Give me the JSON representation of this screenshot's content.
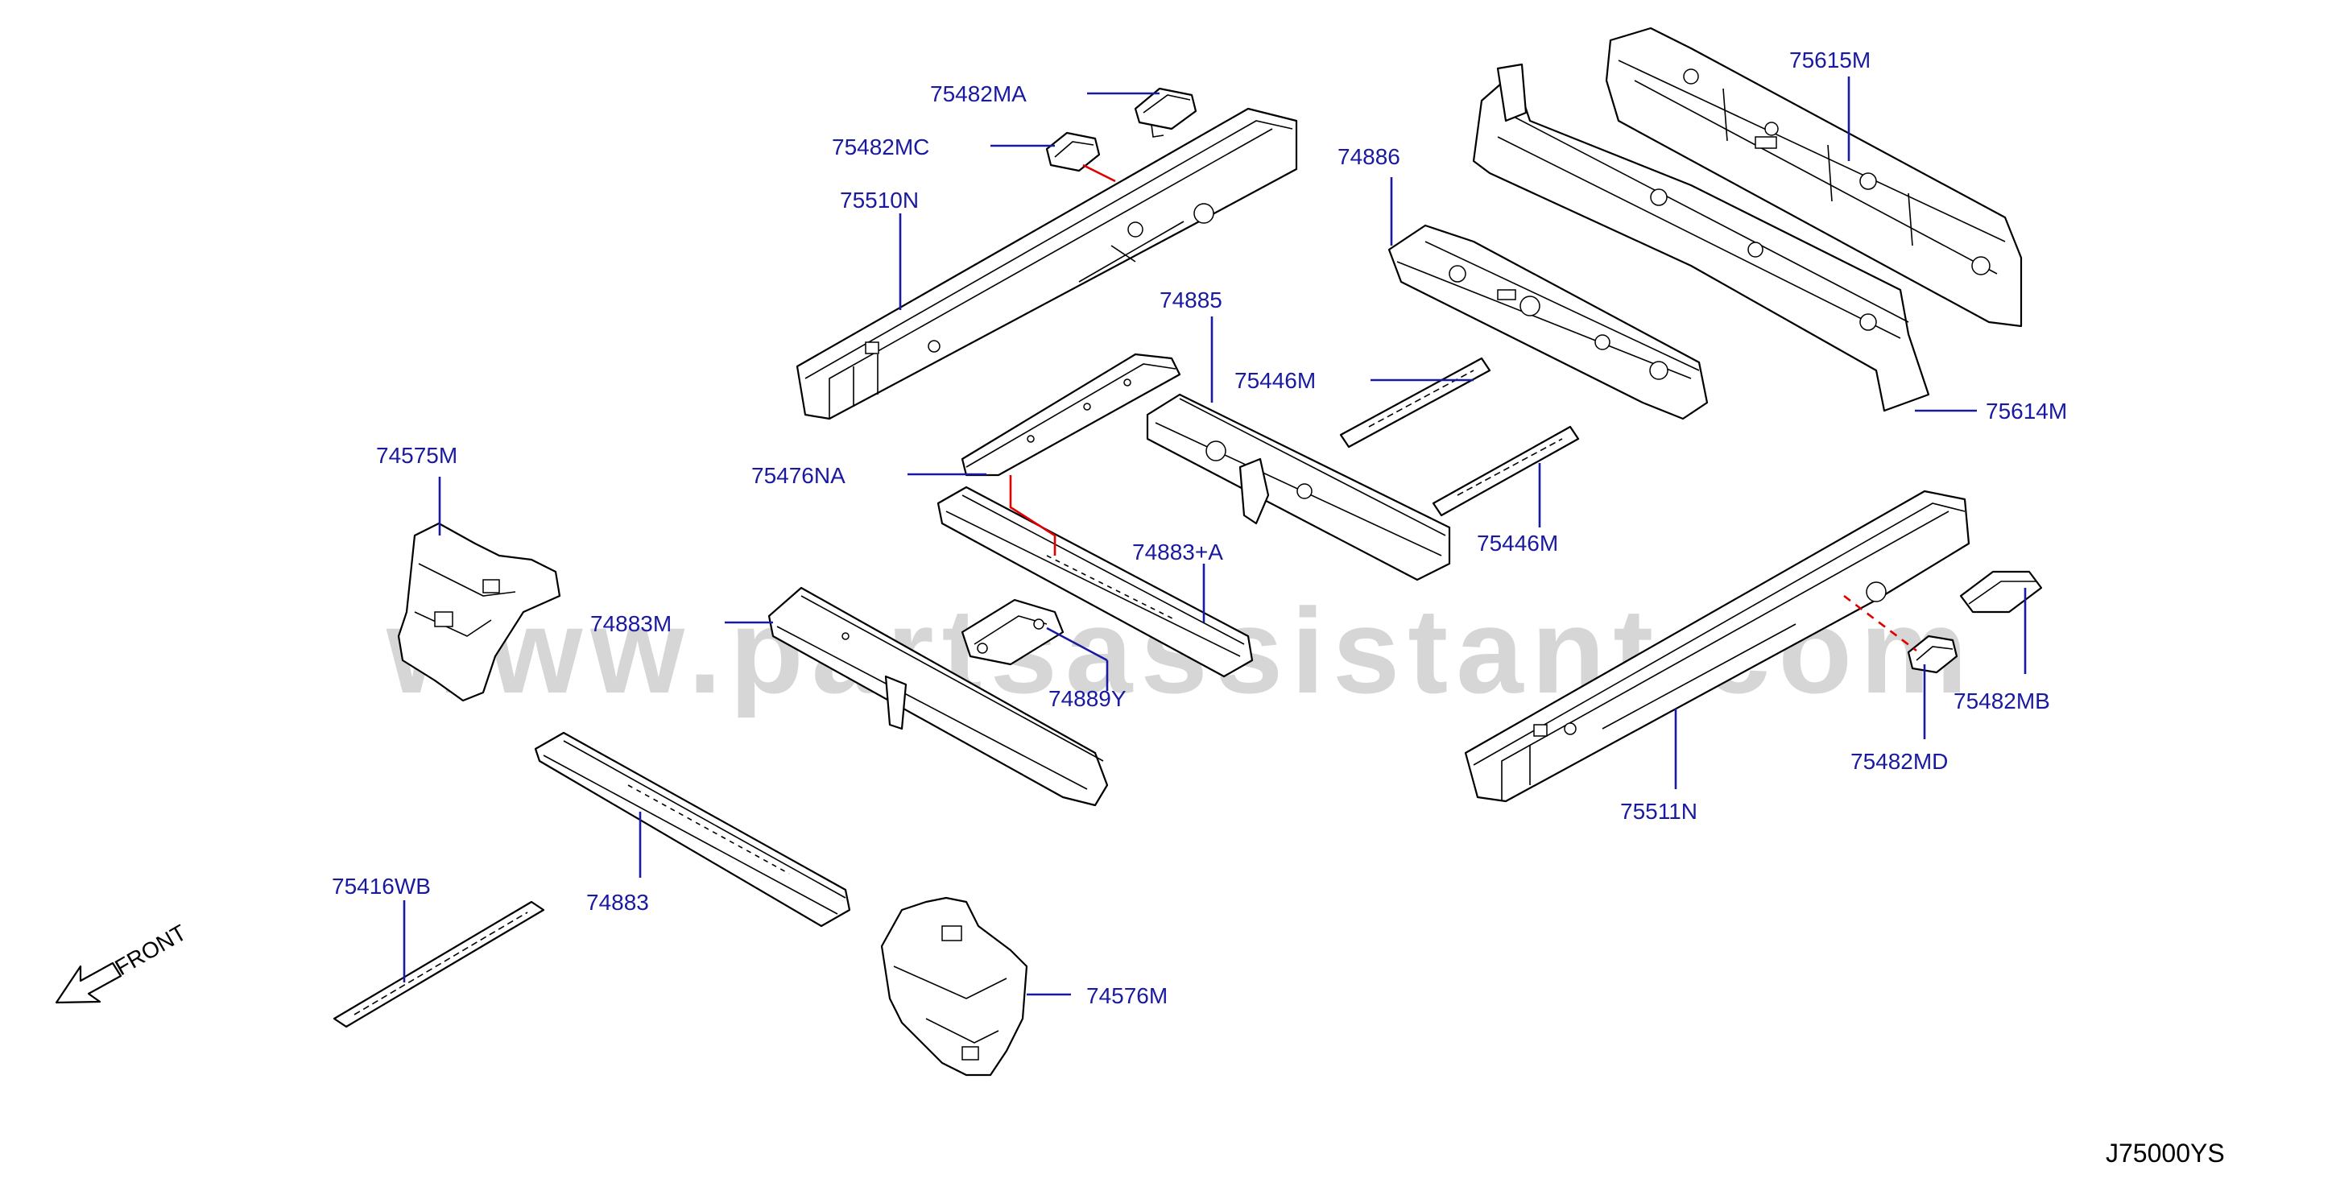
{
  "watermark": "www.partsassistant.com",
  "reference_code": "J75000YS",
  "front_label": "FRONT",
  "colors": {
    "callout": "#1a1aa0",
    "leader": "#1a1aa0",
    "connector": "#e00000",
    "line_art": "#000000",
    "watermark": "#d6d6d6"
  },
  "callouts": [
    {
      "id": "c75482MA",
      "label": "75482MA"
    },
    {
      "id": "c75482MC",
      "label": "75482MC"
    },
    {
      "id": "c75510N",
      "label": "75510N"
    },
    {
      "id": "c75615M",
      "label": "75615M"
    },
    {
      "id": "c74886",
      "label": "74886"
    },
    {
      "id": "c74885",
      "label": "74885"
    },
    {
      "id": "c75446Ma",
      "label": "75446M"
    },
    {
      "id": "c75614M",
      "label": "75614M"
    },
    {
      "id": "c74575M",
      "label": "74575M"
    },
    {
      "id": "c75476NA",
      "label": "75476NA"
    },
    {
      "id": "c75446Mb",
      "label": "75446M"
    },
    {
      "id": "c74883A",
      "label": "74883+A"
    },
    {
      "id": "c74883M",
      "label": "74883M"
    },
    {
      "id": "c74889Y",
      "label": "74889Y"
    },
    {
      "id": "c75482MB",
      "label": "75482MB"
    },
    {
      "id": "c75482MD",
      "label": "75482MD"
    },
    {
      "id": "c75511N",
      "label": "75511N"
    },
    {
      "id": "c74883",
      "label": "74883"
    },
    {
      "id": "c75416WB",
      "label": "75416WB"
    },
    {
      "id": "c74576M",
      "label": "74576M"
    }
  ]
}
